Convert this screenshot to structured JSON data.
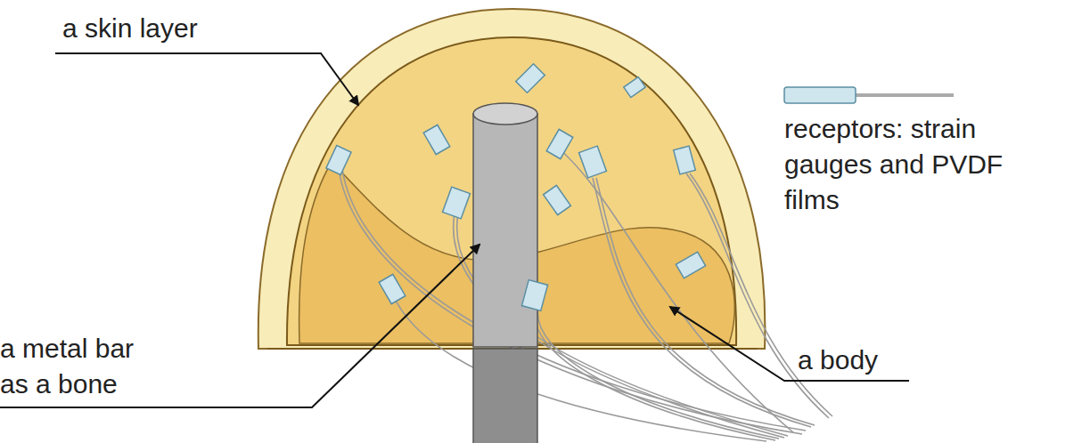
{
  "diagram": {
    "labels": [
      "a skin layer",
      "a metal bar as a bone",
      "a body"
    ],
    "legend": [
      {
        "text": "receptors: strain gauges and PVDF films"
      }
    ]
  }
}
